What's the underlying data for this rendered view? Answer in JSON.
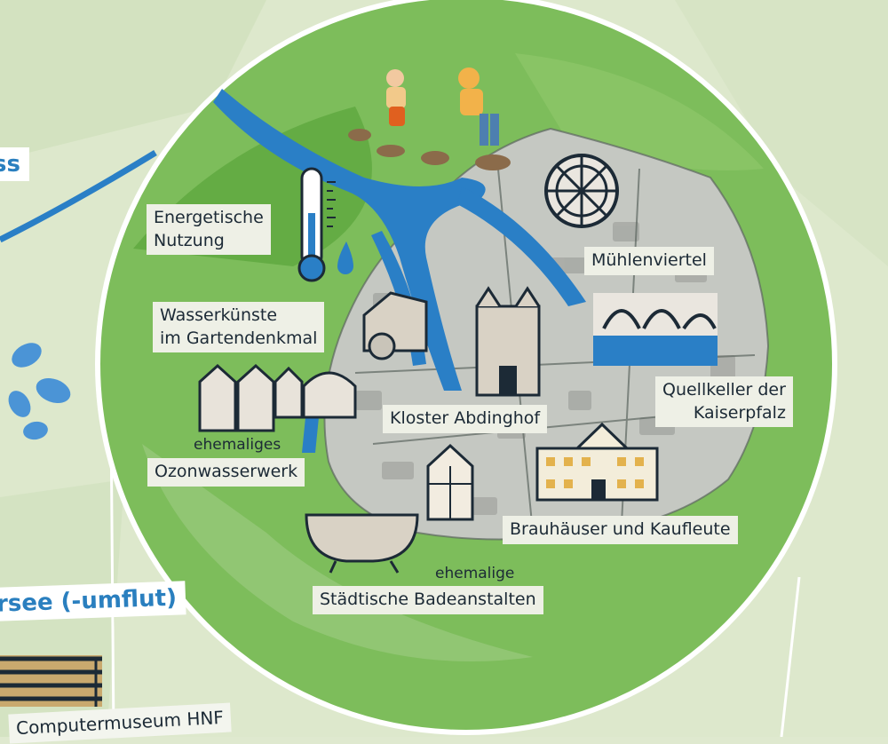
{
  "map": {
    "edge_labels": {
      "top_left_partial": "ss",
      "left_partial": "rsee (-umflut)",
      "bottom_left": "Computermuseum HNF"
    },
    "places": {
      "energetic": [
        "Energetische",
        "Nutzung"
      ],
      "waterworks": [
        "Wasserkünste",
        "im Gartendenkmal"
      ],
      "ozone_prefix": "ehemaliges",
      "ozone": "Ozonwasserwerk",
      "monastery": "Kloster Abdinghof",
      "mill_quarter": "Mühlenviertel",
      "spring_cellar": [
        "Quellkeller der",
        "Kaiserpfalz"
      ],
      "breweries": "Brauhäuser und Kaufleute",
      "baths_prefix": "ehemalige",
      "baths": "Städtische Badeanstalten"
    }
  },
  "colors": {
    "meadow": "#6cb04a",
    "town": "#c9cbc6",
    "river": "#2a7fc6",
    "ring": "#ffffff",
    "label_bg": "#eef0e6"
  }
}
